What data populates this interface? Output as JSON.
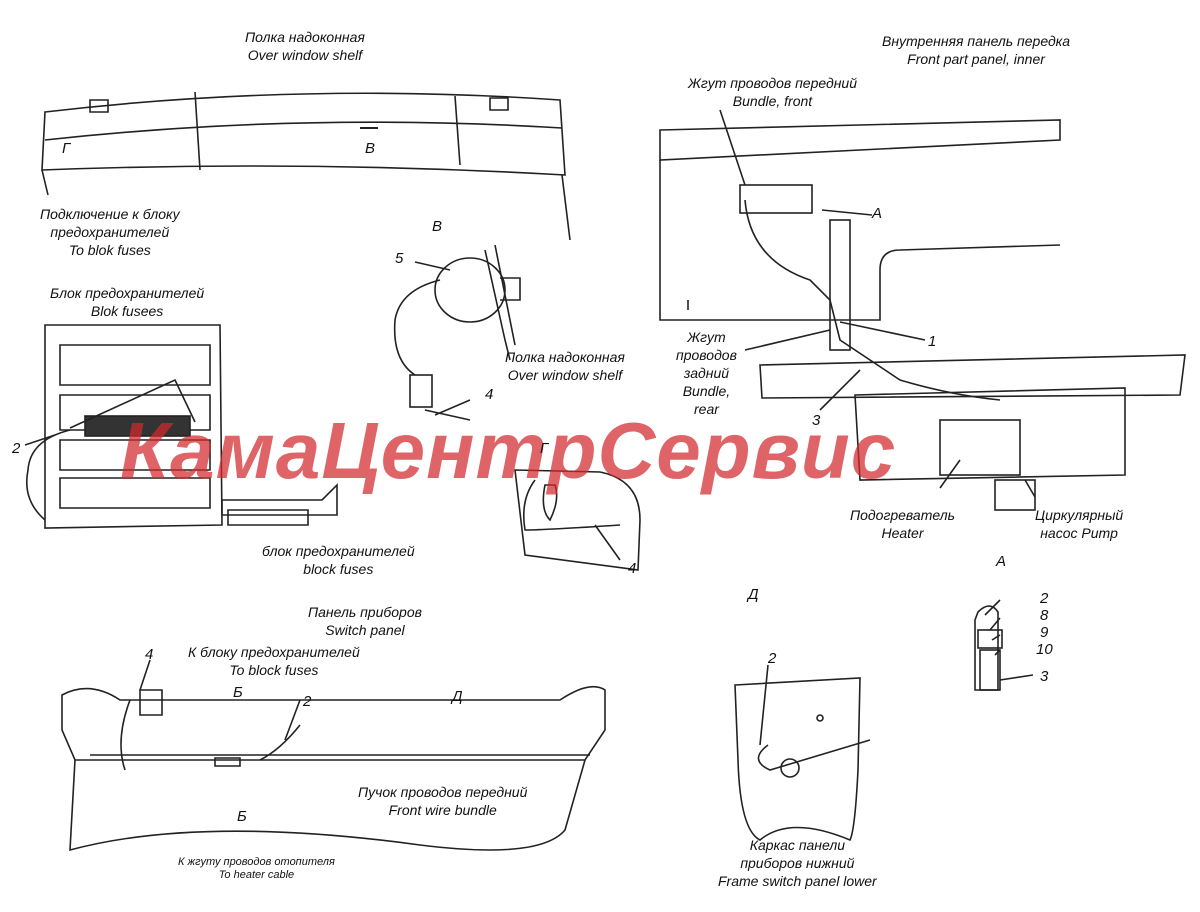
{
  "colors": {
    "line": "#222222",
    "watermark": "#d2282d"
  },
  "labels": {
    "over_window_shelf_title_ru": "Полка надоконная",
    "over_window_shelf_title_en": "Over window  shelf",
    "front_panel_ru": "Внутренняя панель передка",
    "front_panel_en": "Front part panel, inner",
    "bundle_front_ru": "Жгут проводов передний",
    "bundle_front_en": "Bundle, front",
    "connection_ru_1": "Подключение к блоку",
    "connection_ru_2": "предохранителей",
    "connection_en": "To blok fuses",
    "fuse_block_ru": "Блок предохранителей",
    "fuse_block_en": "Blok fusees",
    "view_v": "В",
    "shelf_view_ru": "Полка надоконная",
    "shelf_view_en": "Over window  shelf",
    "bundle_rear_ru_1": "Жгут",
    "bundle_rear_ru_2": "проводов",
    "bundle_rear_ru_3": "задний",
    "bundle_rear_en_1": "Bundle,",
    "bundle_rear_en_2": "rear",
    "view_g": "Г",
    "heater_ru": "Подогреватель",
    "heater_en": "Heater",
    "pump_ru": "Циркулярный",
    "pump_en": "насос Pump",
    "fuse_block2_ru": "блок предохранителей",
    "fuse_block2_en": "block fuses",
    "view_a": "А",
    "switch_panel_ru": "Панель приборов",
    "switch_panel_en": "Switch panel",
    "to_fuse_ru": "К блоку предохранителей",
    "to_fuse_en": "To block fuses",
    "view_d": "Д",
    "front_wire_ru": "Пучок проводов передний",
    "front_wire_en": "Front wire bundle",
    "to_heater_ru": "К жгуту проводов отопителя",
    "to_heater_en": "To heater cable",
    "frame_ru_1": "Каркас панели",
    "frame_ru_2": "приборов нижний",
    "frame_en": "Frame switch panel lower",
    "section_b": "Б",
    "arrow_g": "Г",
    "arrow_v": "В",
    "callout_a": "А",
    "arrow_d": "Д"
  },
  "callouts": {
    "n2_left": "2",
    "n5": "5",
    "n4_shelf": "4",
    "n1": "1",
    "n3": "3",
    "n4_g": "4",
    "n4_panel": "4",
    "n2_panel": "2",
    "n2_frame": "2",
    "a_list": [
      "2",
      "8",
      "9",
      "10",
      "3"
    ]
  },
  "watermark": "КамаЦентрСервис"
}
